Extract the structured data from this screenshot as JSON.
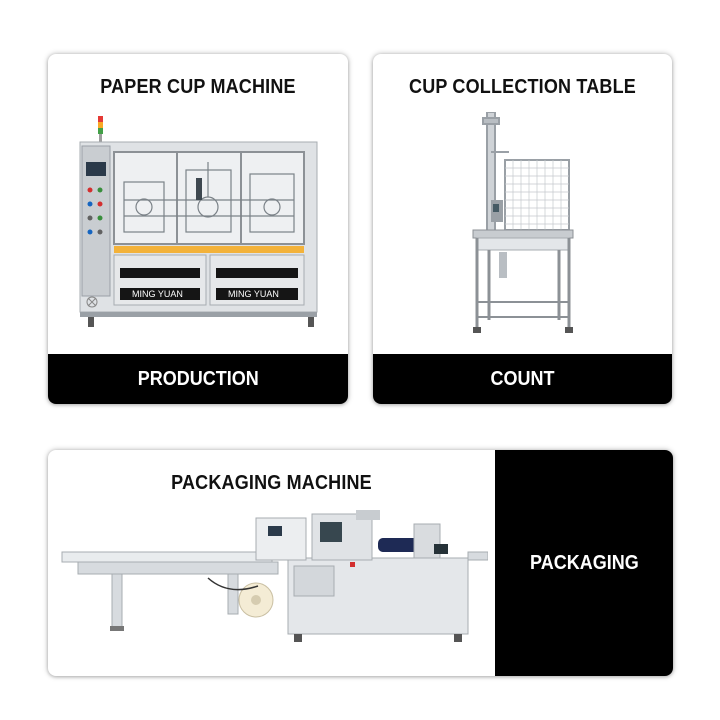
{
  "cards": {
    "production": {
      "title": "PAPER CUP MACHINE",
      "label": "PRODUCTION"
    },
    "count": {
      "title": "CUP COLLECTION TABLE",
      "label": "COUNT"
    },
    "packaging": {
      "title": "PACKAGING MACHINE",
      "label": "PACKAGING"
    }
  },
  "machine": {
    "brand_text": "MING YUAN"
  },
  "colors": {
    "panel_black": "#000000",
    "card_white": "#ffffff",
    "machine_grey": "#d9dcdf",
    "accent_yellow": "#f3b23a"
  }
}
